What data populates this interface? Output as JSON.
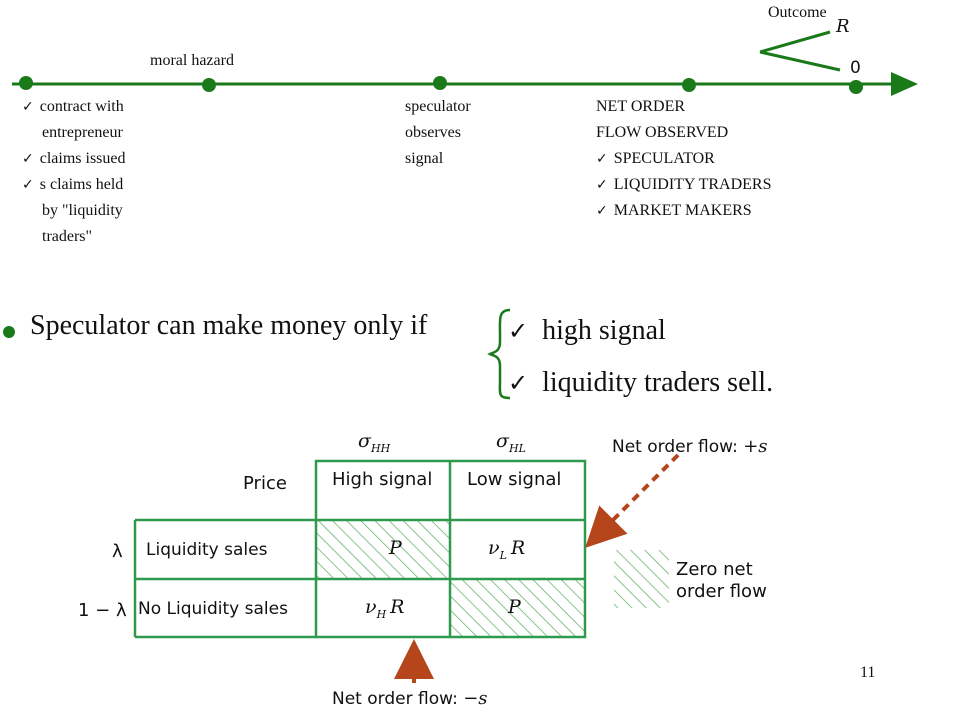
{
  "timeline": {
    "outcome_label": "Outcome",
    "outcome_r": "R",
    "outcome_zero": "0",
    "moral_hazard": "moral hazard",
    "t0_items": [
      {
        "text": "contract with",
        "check": true
      },
      {
        "text": "entrepreneur",
        "check": false
      },
      {
        "text": "claims issued",
        "check": true
      },
      {
        "text": "s claims held",
        "check": true
      },
      {
        "text": "by \"liquidity",
        "check": false
      },
      {
        "text": "traders\"",
        "check": false
      }
    ],
    "t2_lines": [
      "speculator",
      "observes",
      "signal"
    ],
    "t3_lines": [
      {
        "text": "NET ORDER",
        "check": false
      },
      {
        "text": "FLOW OBSERVED",
        "check": false
      },
      {
        "text": "SPECULATOR",
        "check": true
      },
      {
        "text": "LIQUIDITY TRADERS",
        "check": true
      },
      {
        "text": "MARKET MAKERS",
        "check": true
      }
    ]
  },
  "main": {
    "statement": "Speculator can make money only if",
    "conditions": [
      "high signal",
      "liquidity traders sell."
    ]
  },
  "table": {
    "col_sigma_1": "σ",
    "col_sigma_1_sub": "HH",
    "col_sigma_2": "σ",
    "col_sigma_2_sub": "HL",
    "price_label": "Price",
    "col_headers": [
      "High signal",
      "Low signal"
    ],
    "row_headers": [
      "Liquidity sales",
      "No Liquidity sales"
    ],
    "row_probs": [
      "λ",
      "1 − λ"
    ],
    "cells": {
      "r1c1": "P",
      "r1c2_nu": "ν",
      "r1c2_sub": "L",
      "r1c2_r": "R",
      "r2c1_nu": "ν",
      "r2c1_sub": "H",
      "r2c1_r": "R",
      "r2c2": "P"
    },
    "net_plus_prefix": "Net order flow: ",
    "net_plus_value": "+s",
    "net_minus_prefix": "Net order flow: ",
    "net_minus_value": "−s",
    "legend_line1": "Zero net",
    "legend_line2": "order flow"
  },
  "page_number": "11",
  "colors": {
    "timeline_green": "#1a7a1a",
    "table_green": "#2e9a4e",
    "hatch_green": "#6db36d",
    "arrow_red": "#b5451b"
  }
}
